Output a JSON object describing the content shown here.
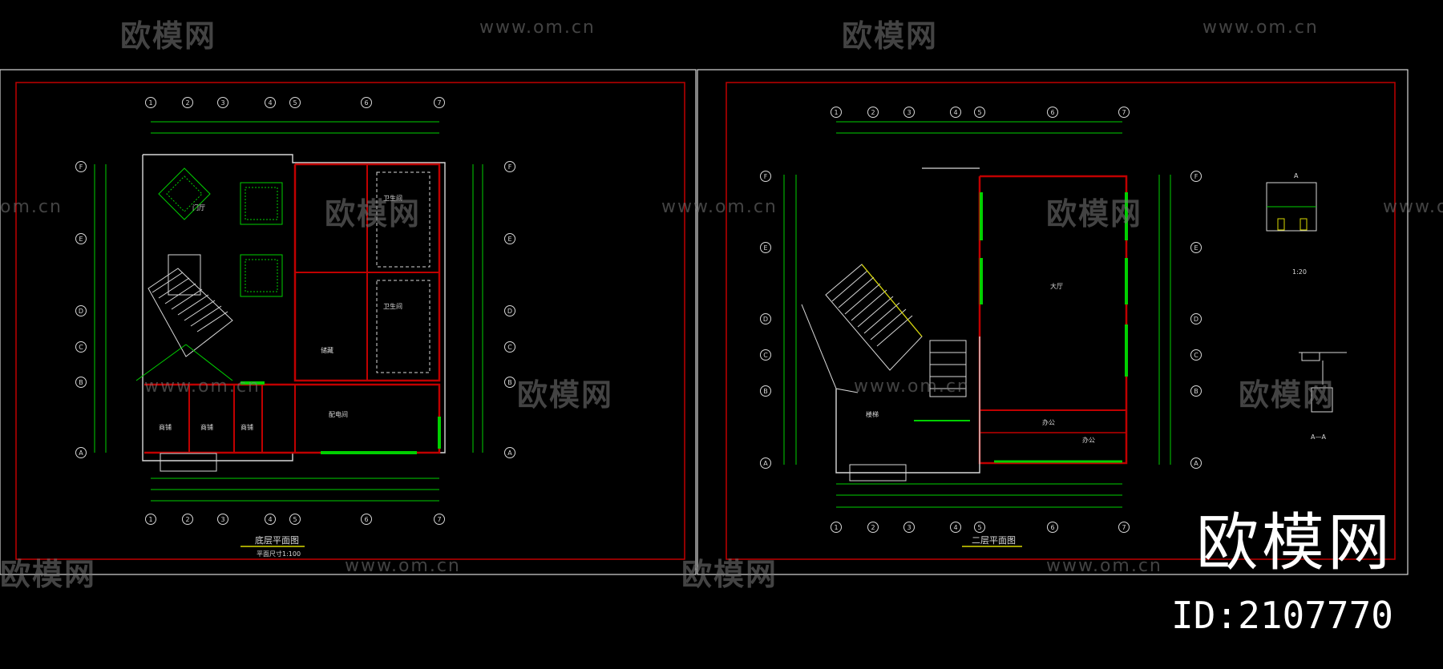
{
  "watermark": {
    "brand_cn": "欧模网",
    "url": "www.om.cn",
    "url_partial": "om.cn",
    "big_brand": "欧模网",
    "id_text": "ID:2107770"
  },
  "sheets": [
    {
      "title": "底层平面图",
      "scale_note": "平面尺寸1:100",
      "grid_cols": [
        "1",
        "2",
        "3",
        "4",
        "5",
        "6",
        "7"
      ],
      "grid_rows": [
        "F",
        "E",
        "D",
        "C",
        "B",
        "A"
      ],
      "room_labels": [
        "商铺",
        "商铺",
        "商铺",
        "门厅",
        "卫生间",
        "卫生间",
        "储藏",
        "配电间"
      ]
    },
    {
      "title": "二层平面图",
      "grid_cols": [
        "1",
        "2",
        "3",
        "4",
        "5",
        "6",
        "7"
      ],
      "grid_rows": [
        "F",
        "E",
        "D",
        "C",
        "B",
        "A"
      ],
      "room_labels": [
        "大厅",
        "办公",
        "办公",
        "楼梯"
      ]
    }
  ],
  "detail": {
    "label_top": "A",
    "label_bottom": "A—A",
    "label_mid": "1:20"
  },
  "colors": {
    "background": "#000000",
    "line_green": "#00d000",
    "line_red": "#c00000",
    "line_white": "#d8d8d8",
    "line_yellow": "#d8d800",
    "watermark_gray": "#7a7a7a"
  }
}
